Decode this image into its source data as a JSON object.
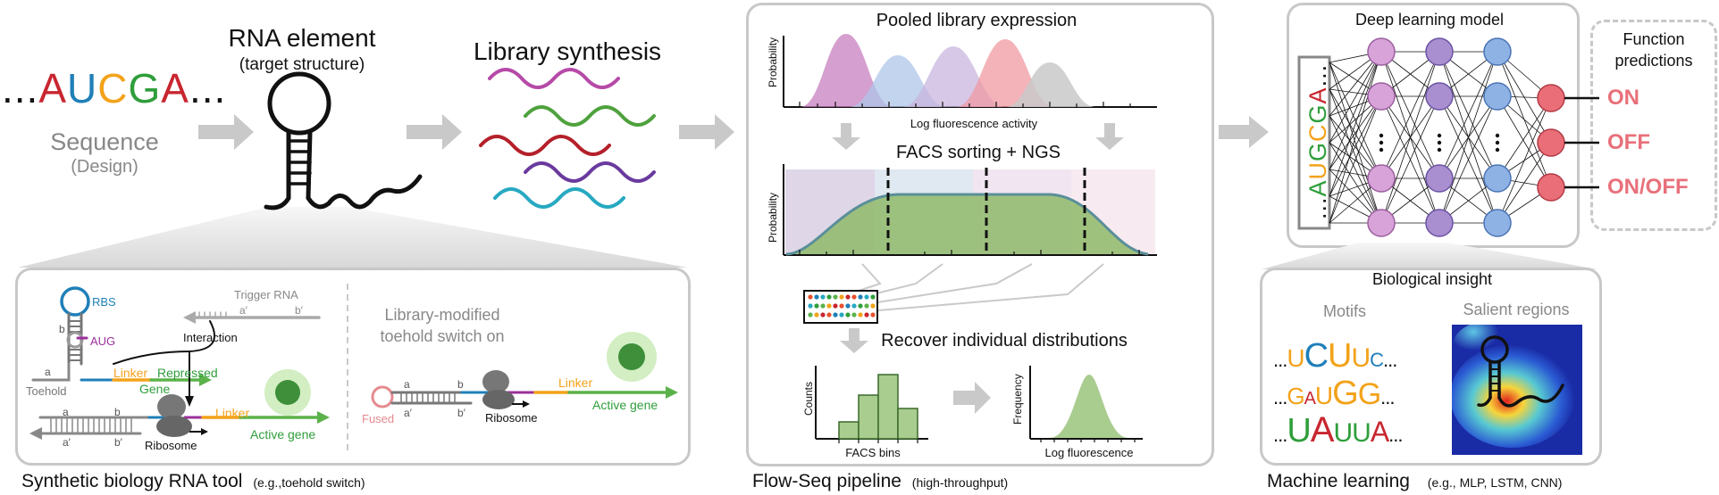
{
  "colors": {
    "A": "#e8502c",
    "U": "#1f7fb8",
    "C": "#f3a21a",
    "G": "#2f9e3b",
    "arrow": "#c9c9c9",
    "pink": "#e06d7a",
    "violet": "#c792c8",
    "node_purple": "#d7a3d8",
    "node_violet": "#a98fd0",
    "node_blue": "#8fb2e4",
    "node_red": "#ea6e78"
  },
  "sequence": {
    "letters": [
      {
        "text": "A",
        "color": "#c8262f"
      },
      {
        "text": "U",
        "color": "#1f7fb8"
      },
      {
        "text": "C",
        "color": "#f3a21a"
      },
      {
        "text": "G",
        "color": "#2f9e3b"
      },
      {
        "text": "A",
        "color": "#c8262f"
      }
    ],
    "prefix": "...",
    "suffix": "...",
    "label": "Sequence",
    "sublabel": "(Design)"
  },
  "rna_element": {
    "title": "RNA element",
    "subtitle": "(target structure)"
  },
  "library": {
    "title": "Library synthesis"
  },
  "tool": {
    "caption": "Synthetic biology RNA tool",
    "caption_note": "(e.g.,toehold switch)",
    "rbs": "RBS",
    "aug": "AUG",
    "b": "b",
    "a": "a",
    "trigger": "Trigger RNA",
    "a_prime": "a′",
    "b_prime": "b′",
    "interaction": "Interaction",
    "linker": "Linker",
    "repressed_gene_1": "Repressed",
    "repressed_gene_2": "Gene",
    "toehold": "Toehold",
    "ribosome": "Ribosome",
    "active_gene": "Active gene",
    "library_modified_1": "Library-modified",
    "library_modified_2": "toehold switch on",
    "fused": "Fused"
  },
  "flowseq": {
    "caption": "Flow-Seq pipeline",
    "caption_note": "(high-throughput)",
    "pooled_title": "Pooled library expression",
    "prob_label": "Probability",
    "log_fluor_activity": "Log fluorescence activity",
    "facs_title": "FACS sorting + NGS",
    "recover_title": "Recover individual distributions",
    "counts": "Counts",
    "facs_bins": "FACS bins",
    "frequency": "Frequency",
    "log_fluor": "Log fluorescence"
  },
  "ml": {
    "caption": "Machine learning",
    "caption_note": "(e.g., MLP, LSTM, CNN)",
    "dl_title": "Deep learning model",
    "input_seq": "...AUGCGA...",
    "outputs": [
      {
        "label": "ON",
        "color": "#e8707a"
      },
      {
        "label": "OFF",
        "color": "#e8707a"
      },
      {
        "label": "ON/OFF",
        "color": "#e8707a"
      }
    ],
    "predictions_1": "Function",
    "predictions_2": "predictions",
    "bio_insight": "Biological insight",
    "motifs": "Motifs",
    "salient": "Salient regions",
    "motif_rows": [
      "...UCUUC...",
      "...GAUGG...",
      "...UAUUA..."
    ]
  }
}
